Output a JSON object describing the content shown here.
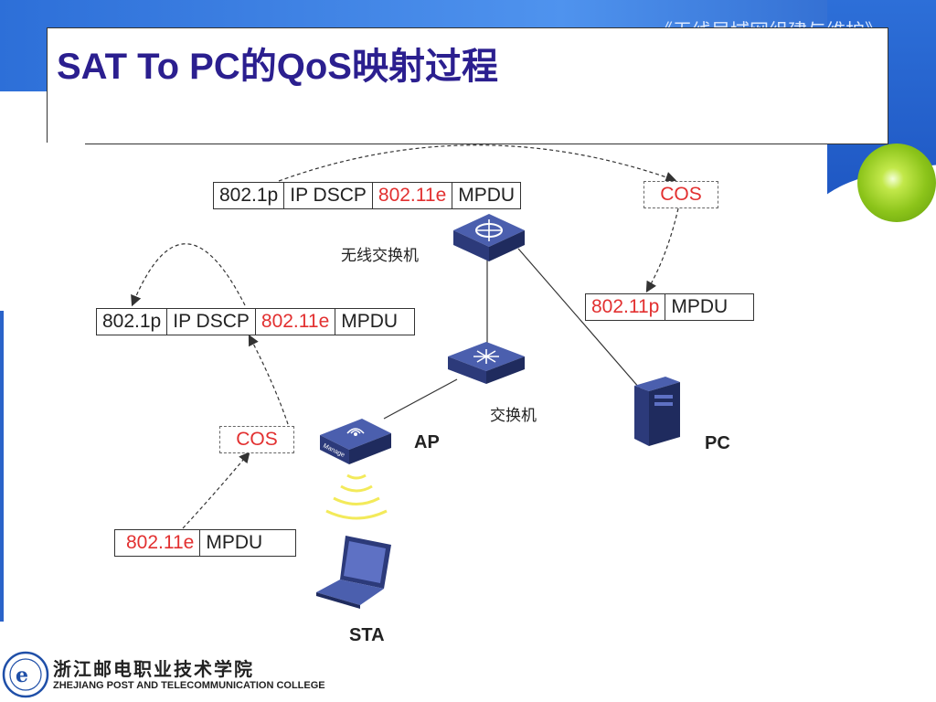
{
  "header": {
    "course_title": "《无线局域网组建与维护》",
    "slide_title": "SAT To PC的QoS映射过程"
  },
  "frames": {
    "top": [
      "802.1p",
      "IP DSCP",
      "802.11e",
      "MPDU"
    ],
    "left": [
      "802.1p",
      "IP DSCP",
      "802.11e",
      "MPDU"
    ],
    "right": [
      "802.11p",
      "MPDU"
    ],
    "bottom": [
      "802.11e",
      "MPDU"
    ]
  },
  "cos_labels": {
    "right": "COS",
    "left": "COS"
  },
  "devices": {
    "wireless_switch": "无线交换机",
    "switch": "交换机",
    "ap": "AP",
    "ap_badge": "Manage",
    "pc": "PC",
    "sta": "STA"
  },
  "footer": {
    "college_cn": "浙江邮电职业技术学院",
    "college_en": "ZHEJIANG POST AND TELECOMMUNICATION COLLEGE"
  },
  "colors": {
    "title": "#2b1f8f",
    "highlight": "#e23030",
    "banner": "#2d6fd8",
    "ball": "#8cc41a"
  }
}
